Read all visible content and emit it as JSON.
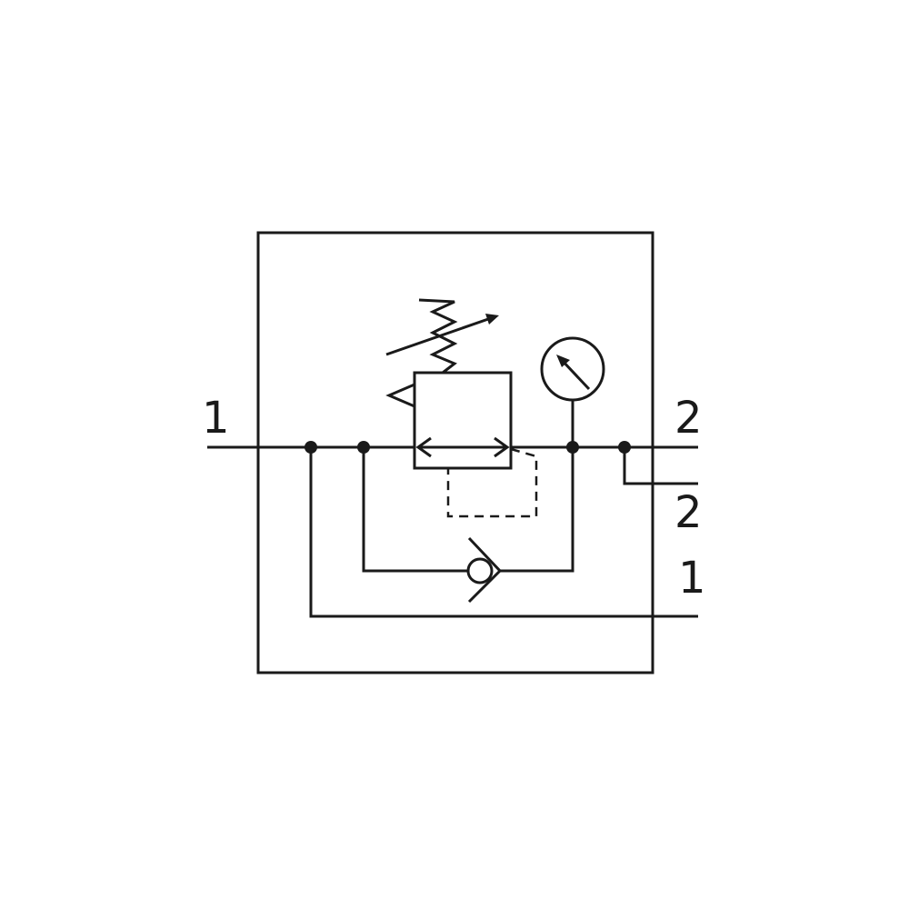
{
  "ports": {
    "left_inlet": "1",
    "right_outlet_top": "2",
    "right_outlet_bottom": "2",
    "right_return": "1"
  },
  "colors": {
    "stroke": "#1a1a1a",
    "background": "#ffffff"
  },
  "symbols": [
    "enclosure-frame",
    "pressure-regulator-valve",
    "adjustable-spring",
    "pressure-gauge",
    "check-valve",
    "pilot-line"
  ]
}
